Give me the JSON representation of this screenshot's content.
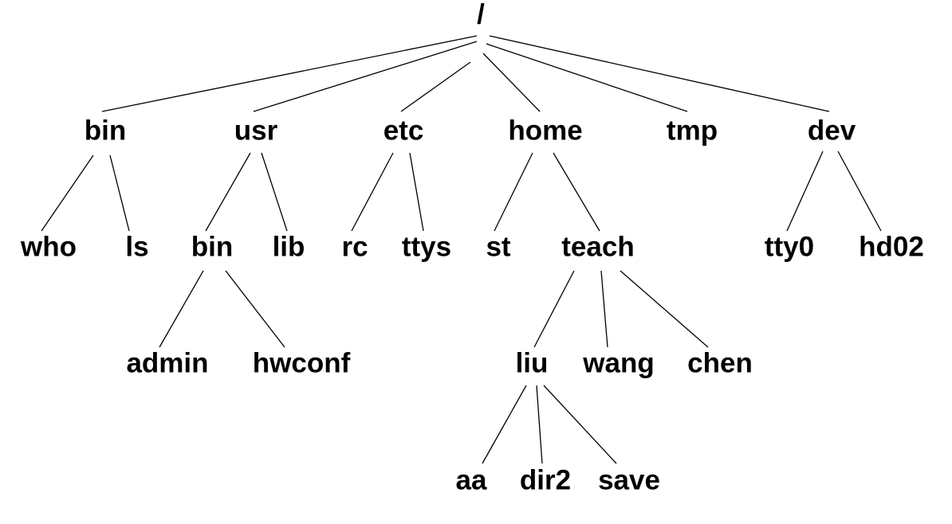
{
  "diagram": {
    "type": "tree",
    "nodes": [
      {
        "id": "root",
        "label": "/",
        "children": [
          "bin",
          "usr",
          "etc",
          "home",
          "tmp",
          "dev"
        ]
      },
      {
        "id": "bin",
        "label": "bin",
        "children": [
          "who",
          "ls"
        ]
      },
      {
        "id": "usr",
        "label": "usr",
        "children": [
          "usr_bin",
          "lib"
        ]
      },
      {
        "id": "etc",
        "label": "etc",
        "children": [
          "rc",
          "ttys"
        ]
      },
      {
        "id": "home",
        "label": "home",
        "children": [
          "st",
          "teach"
        ]
      },
      {
        "id": "tmp",
        "label": "tmp",
        "children": []
      },
      {
        "id": "dev",
        "label": "dev",
        "children": [
          "tty0",
          "hd02"
        ]
      },
      {
        "id": "who",
        "label": "who",
        "children": []
      },
      {
        "id": "ls",
        "label": "ls",
        "children": []
      },
      {
        "id": "usr_bin",
        "label": "bin",
        "children": [
          "admin",
          "hwconf"
        ]
      },
      {
        "id": "lib",
        "label": "lib",
        "children": []
      },
      {
        "id": "rc",
        "label": "rc",
        "children": []
      },
      {
        "id": "ttys",
        "label": "ttys",
        "children": []
      },
      {
        "id": "st",
        "label": "st",
        "children": []
      },
      {
        "id": "teach",
        "label": "teach",
        "children": [
          "liu",
          "wang",
          "chen"
        ]
      },
      {
        "id": "tty0",
        "label": "tty0",
        "children": []
      },
      {
        "id": "hd02",
        "label": "hd02",
        "children": []
      },
      {
        "id": "admin",
        "label": "admin",
        "children": []
      },
      {
        "id": "hwconf",
        "label": "hwconf",
        "children": []
      },
      {
        "id": "liu",
        "label": "liu",
        "children": [
          "aa",
          "dir2",
          "save"
        ]
      },
      {
        "id": "wang",
        "label": "wang",
        "children": []
      },
      {
        "id": "chen",
        "label": "chen",
        "children": []
      },
      {
        "id": "aa",
        "label": "aa",
        "children": []
      },
      {
        "id": "dir2",
        "label": "dir2",
        "children": []
      },
      {
        "id": "save",
        "label": "save",
        "children": []
      }
    ]
  }
}
